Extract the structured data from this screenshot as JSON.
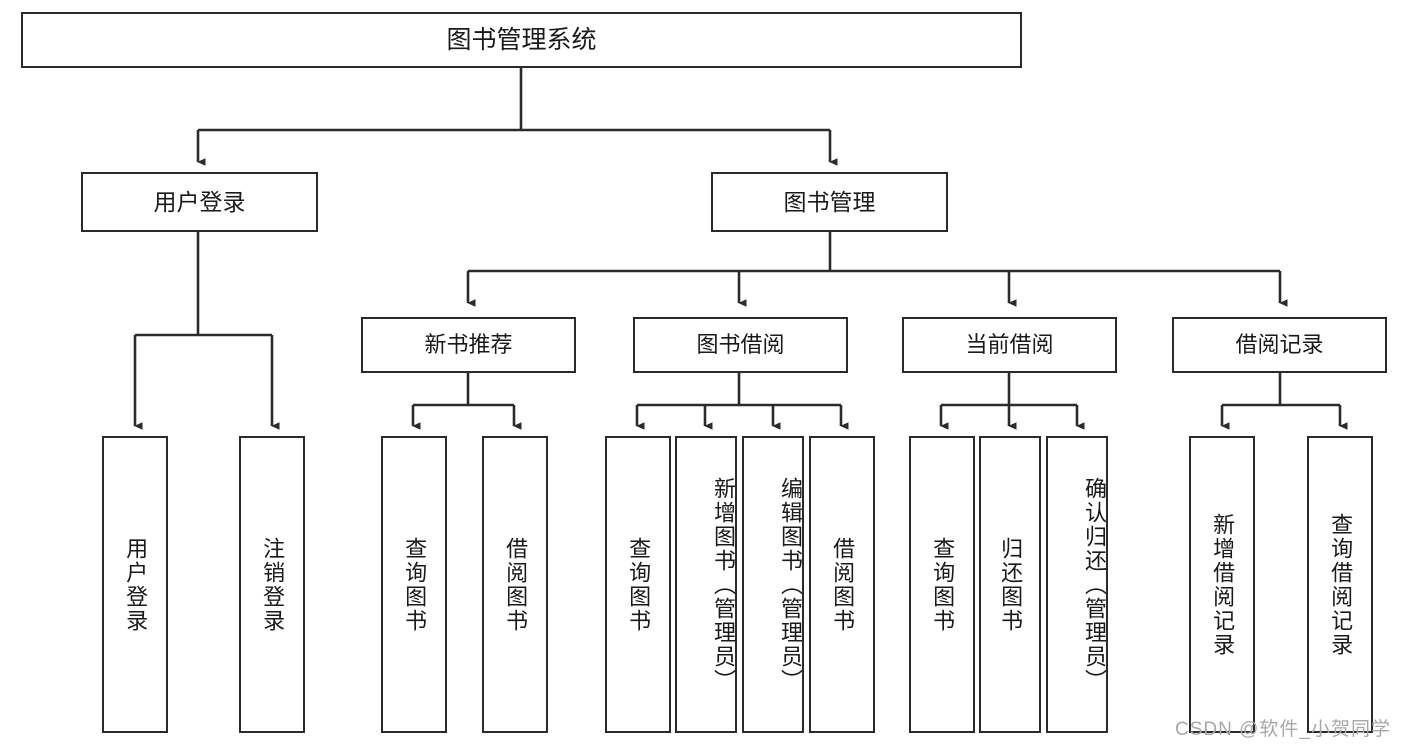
{
  "diagram": {
    "title": "图书管理系统",
    "type": "功能结构图",
    "watermark": "CSDN @软件_小贺同学",
    "colors": {
      "box_border": "#2b2b2b",
      "box_fill": "#ffffff",
      "connector": "#2b2b2b",
      "text": "#1a1a1a",
      "watermark": "#a8a8a8",
      "background": "#ffffff"
    },
    "root": {
      "label": "图书管理系统"
    },
    "level2": [
      {
        "label": "用户登录"
      },
      {
        "label": "图书管理"
      }
    ],
    "level3": [
      {
        "label": "新书推荐"
      },
      {
        "label": "图书借阅"
      },
      {
        "label": "当前借阅"
      },
      {
        "label": "借阅记录"
      }
    ],
    "leaves": [
      {
        "label": "用户登录",
        "parent": "用户登录"
      },
      {
        "label": "注销登录",
        "parent": "用户登录"
      },
      {
        "label": "查询图书",
        "parent": "新书推荐"
      },
      {
        "label": "借阅图书",
        "parent": "新书推荐"
      },
      {
        "label": "查询图书",
        "parent": "图书借阅"
      },
      {
        "label": "新增图书（管理员）",
        "parent": "图书借阅"
      },
      {
        "label": "编辑图书（管理员）",
        "parent": "图书借阅"
      },
      {
        "label": "借阅图书",
        "parent": "图书借阅"
      },
      {
        "label": "查询图书",
        "parent": "当前借阅"
      },
      {
        "label": "归还图书",
        "parent": "当前借阅"
      },
      {
        "label": "确认归还（管理员）",
        "parent": "当前借阅"
      },
      {
        "label": "新增借阅记录",
        "parent": "借阅记录"
      },
      {
        "label": "查询借阅记录",
        "parent": "借阅记录"
      }
    ]
  }
}
